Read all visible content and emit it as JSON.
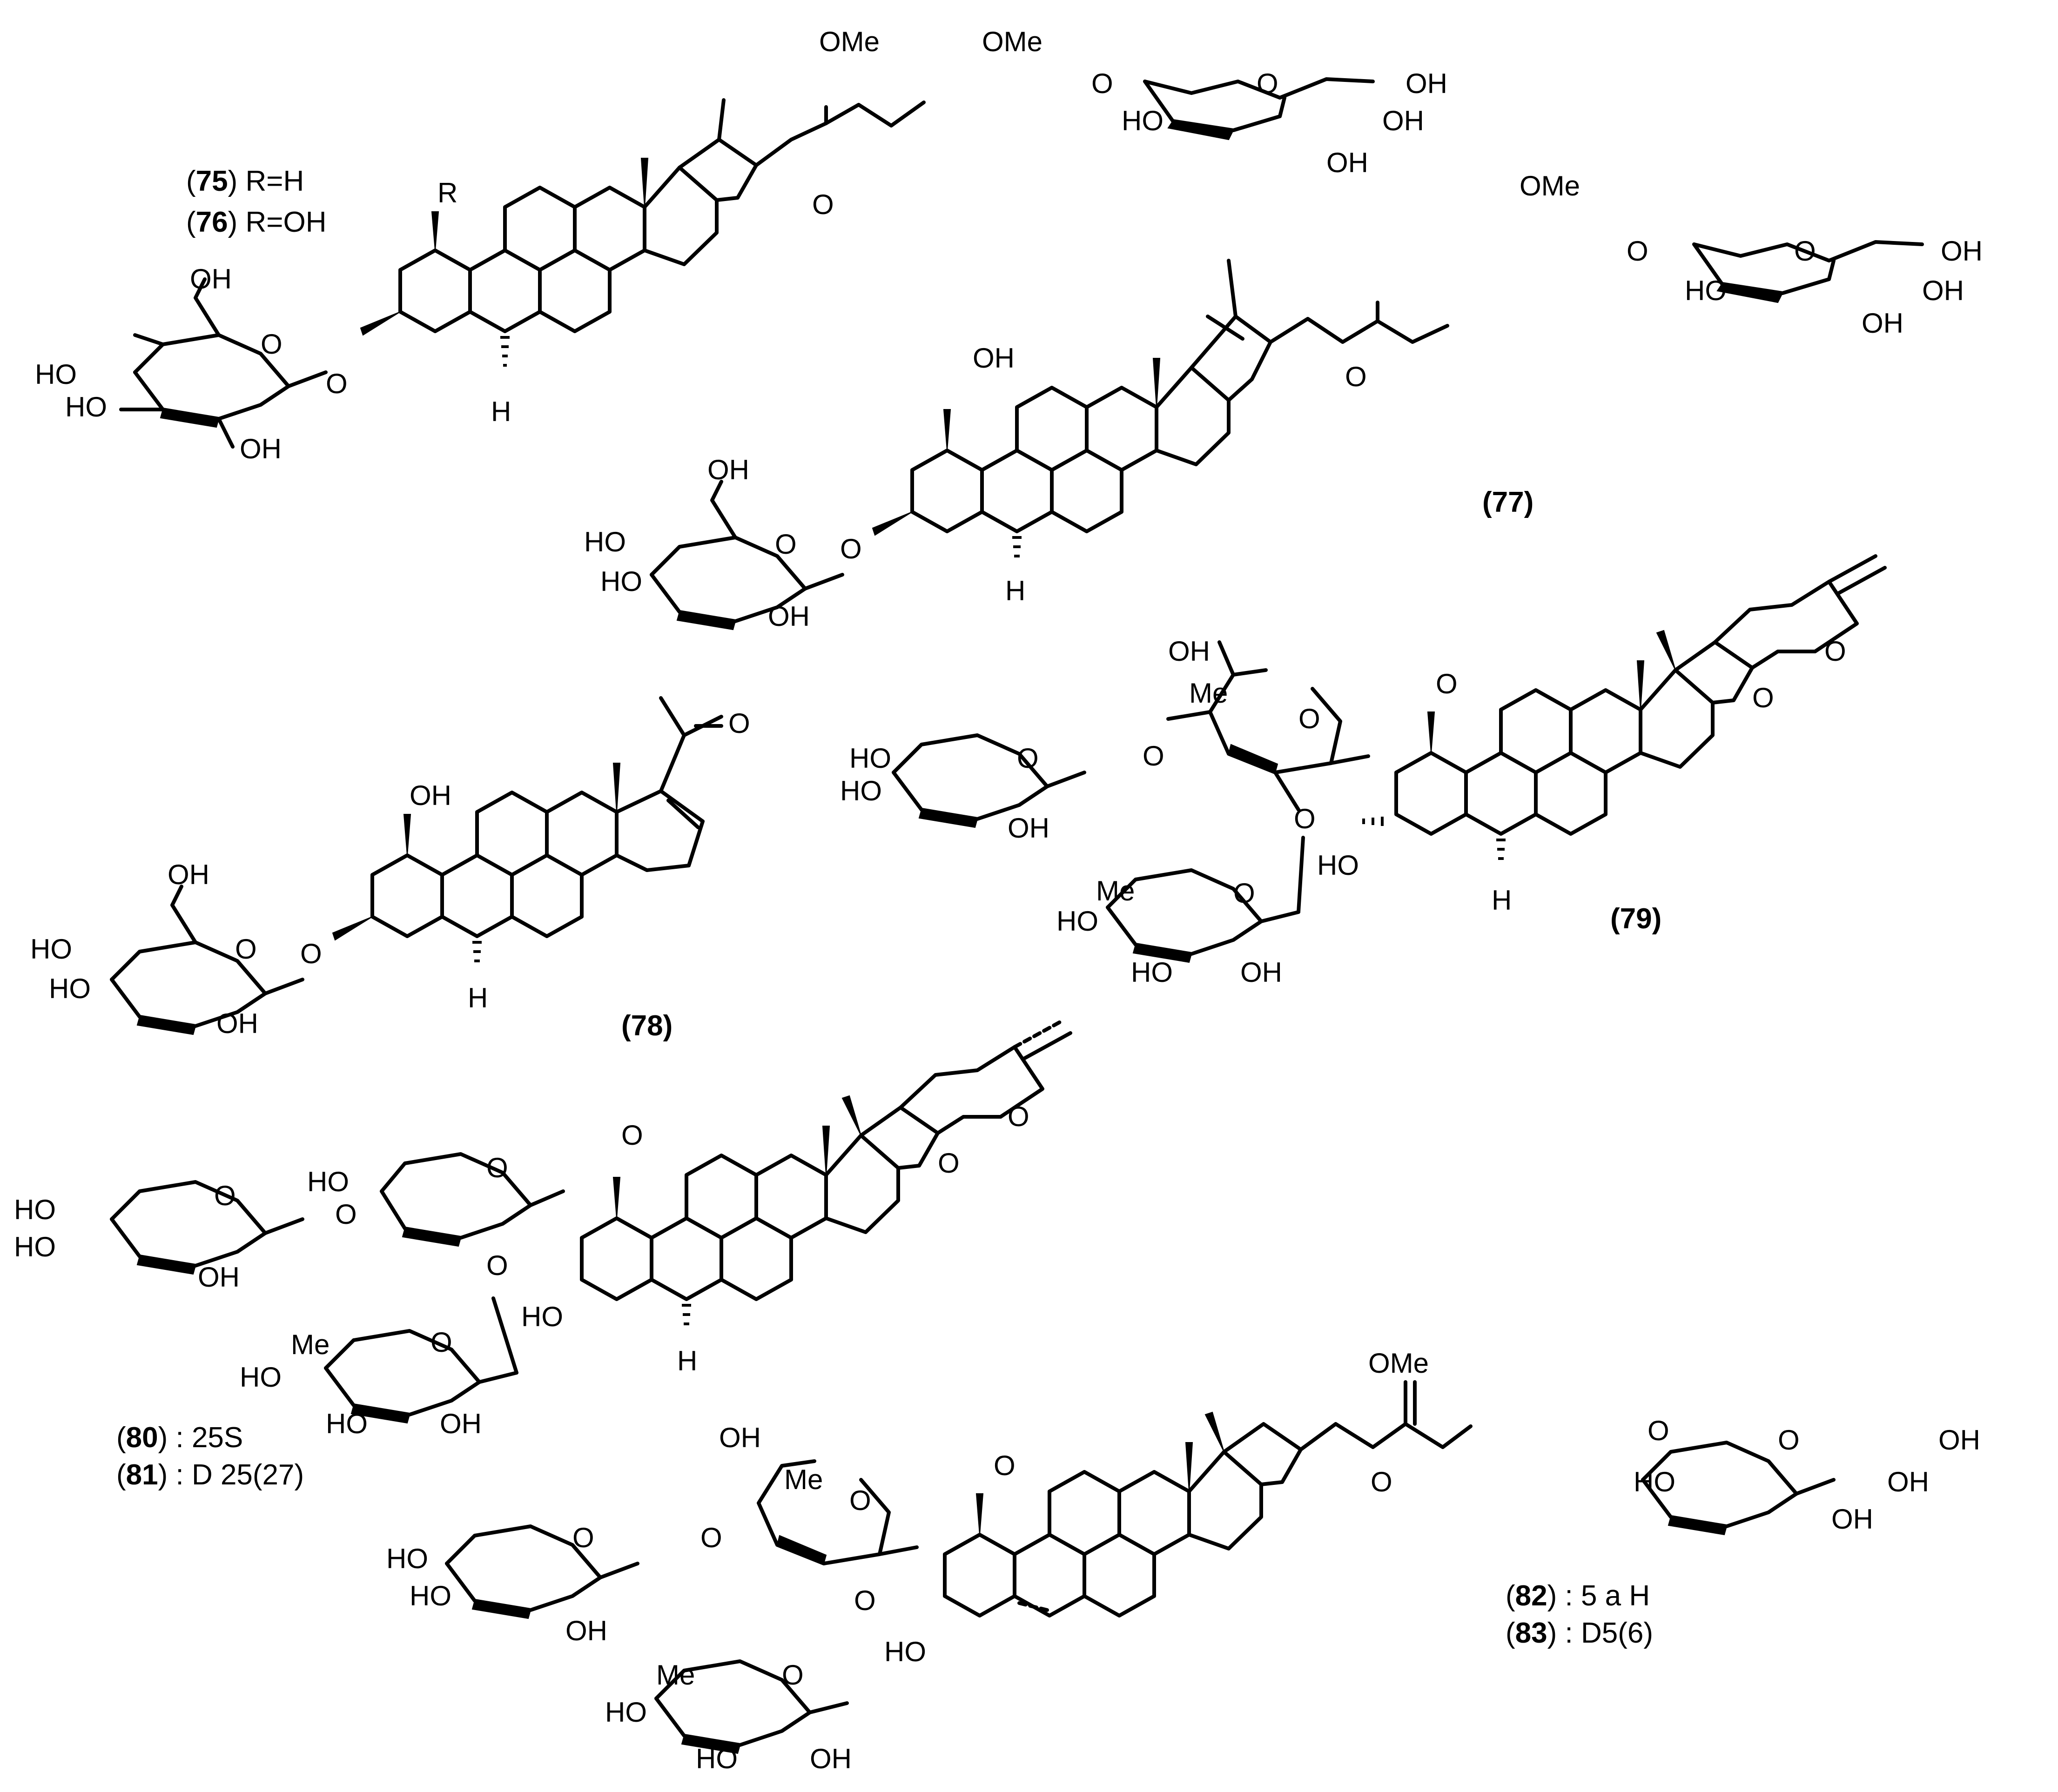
{
  "colors": {
    "ink": "#000000",
    "background": "#ffffff"
  },
  "compounds": {
    "c75_76": {
      "line1_open": "(",
      "line1_num": "75",
      "line1_rest": ") R=H",
      "line2_open": "(",
      "line2_num": "76",
      "line2_rest": ") R=OH",
      "r_label": "R"
    },
    "c77": {
      "num": "(77)"
    },
    "c78": {
      "num": "(78)"
    },
    "c79": {
      "num": "(79)"
    },
    "c80_81": {
      "line1_open": "(",
      "line1_num": "80",
      "line1_rest": ") : 25S",
      "line2_open": "(",
      "line2_num": "81",
      "line2_rest": ") : D 25(27)"
    },
    "c82_83": {
      "line1_open": "(",
      "line1_num": "82",
      "line1_rest": ") : 5 a H",
      "line2_open": "(",
      "line2_num": "83",
      "line2_rest": ") : D5(6)"
    }
  },
  "atoms": {
    "ome": "OMe",
    "o": "O",
    "oh": "OH",
    "ho": "HO",
    "h": "H",
    "me": "Me"
  }
}
